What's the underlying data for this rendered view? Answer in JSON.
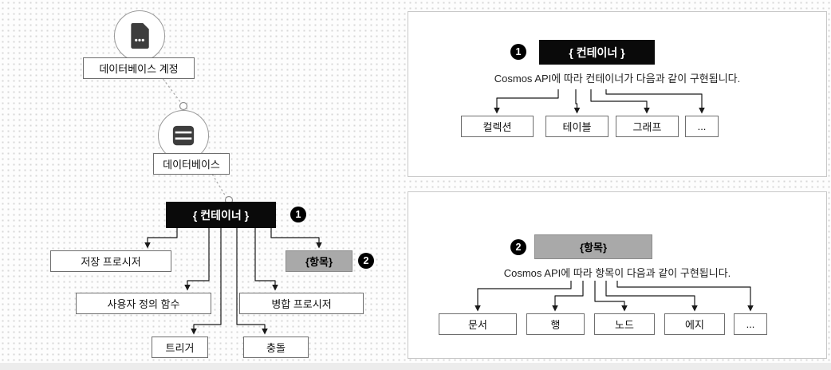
{
  "diagram": {
    "account": "데이터베이스 계정",
    "database": "데이터베이스",
    "container": "{ 컨테이너 }",
    "container_badge": "1",
    "item": "{항목}",
    "item_badge": "2",
    "stored_procedures": "저장 프로시저",
    "user_defined_functions": "사용자 정의 함수",
    "triggers": "트리거",
    "conflicts": "충돌",
    "merge_procedures": "병합 프로시저"
  },
  "container_panel": {
    "badge": "1",
    "title": "{ 컨테이너 }",
    "description": "Cosmos API에 따라 컨테이너가 다음과 같이 구현됩니다.",
    "options": [
      "컬렉션",
      "테이블",
      "그래프",
      "..."
    ]
  },
  "item_panel": {
    "badge": "2",
    "title": "{항목}",
    "description": "Cosmos API에 따라 항목이 다음과 같이 구현됩니다.",
    "options": [
      "문서",
      "행",
      "노드",
      "에지",
      "..."
    ]
  },
  "colors": {
    "container_box": "#0a0a0a",
    "item_box": "#a9a9a9",
    "badge": "#000000",
    "arrow": "#1a1a1a"
  }
}
